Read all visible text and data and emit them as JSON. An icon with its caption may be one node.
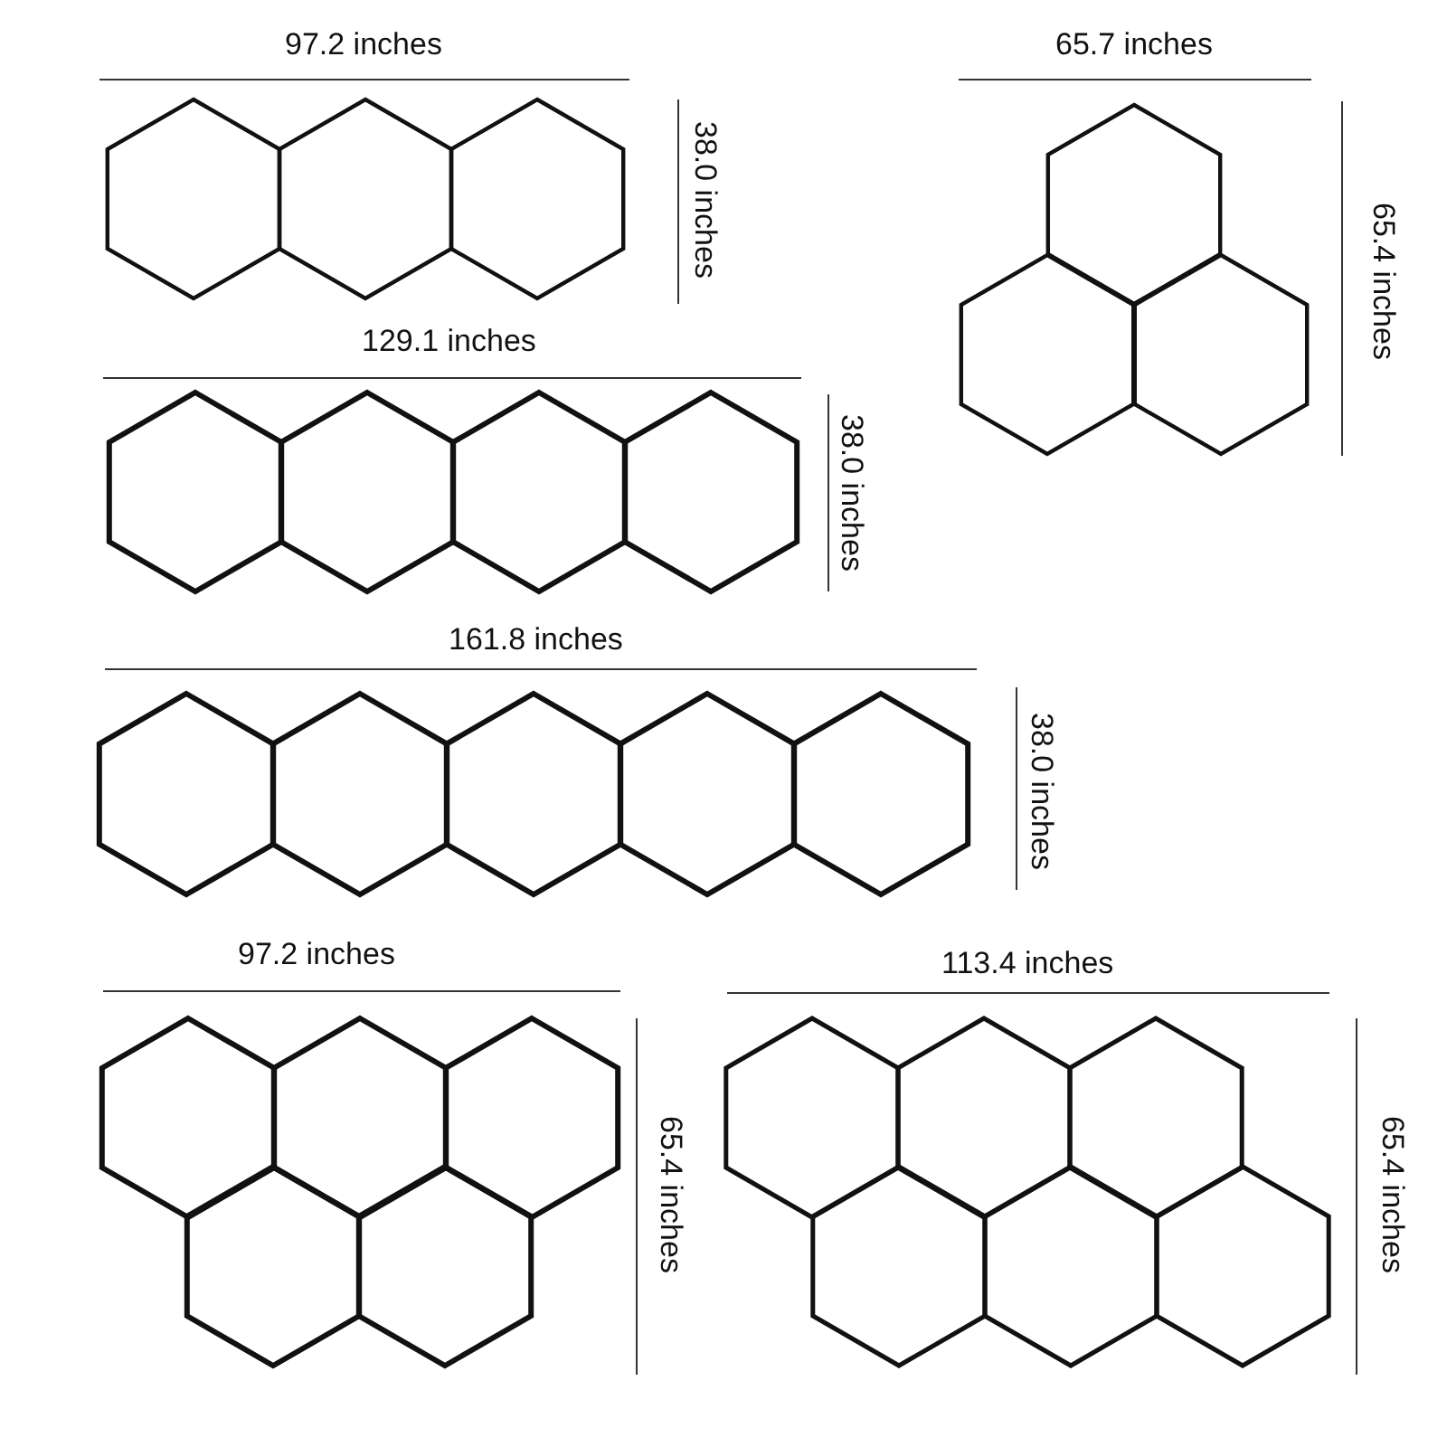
{
  "diagram": {
    "labels": [
      "97.2 inches",
      "38.0 inches",
      "65.7 inches",
      "65.4 inches",
      "129.1 inches",
      "38.0 inches",
      "161.8 inches",
      "38.0 inches",
      "97.2 inches",
      "113.4 inches",
      "65.4 inches",
      "65.4 inches"
    ]
  }
}
